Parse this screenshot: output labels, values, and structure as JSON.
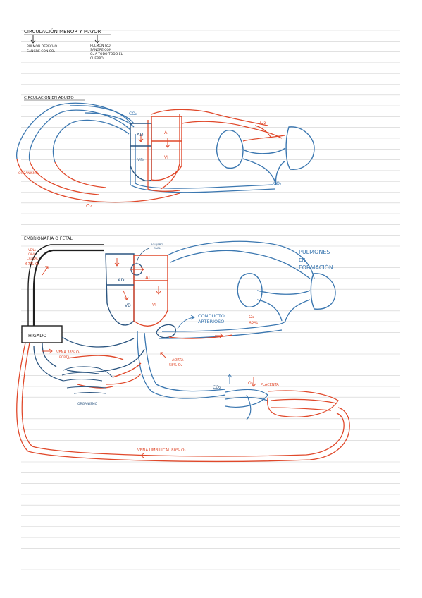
{
  "colors": {
    "rule": "#cfcfcf",
    "ink": "#1f1f1f",
    "red": "#e0482a",
    "blue": "#3b77b0",
    "darkblue": "#2b5580"
  },
  "header": {
    "title": "CIRCULACIÓN MENOR Y MAYOR",
    "menor_line1": "PULMÓN DERECHO",
    "menor_line2": "SANGRE CON CO₂",
    "mayor_line1": "PULMÓN IZQ.",
    "mayor_line2": "SANGRE CON",
    "mayor_line3": "O₂ A TODO TODO EL",
    "mayor_line4": "CUERPO"
  },
  "adult": {
    "title": "CIRCULACIÓN EN ADULTO",
    "co2_top": "CO₂",
    "o2_right": "O₂",
    "ad": "AD",
    "ai": "AI",
    "vd": "VD",
    "vi": "VI",
    "organismo": "ORGANISMO",
    "co2_bottom": "CO₂",
    "o2_bottom": "O₂"
  },
  "fetal": {
    "title": "EMBRIONARIA O FETAL",
    "vena_cava_line1": "VENA",
    "vena_cava_line2": "CAVA",
    "vena_cava_line3": "CAUDAL",
    "vena_cava_line4": "67% O₂",
    "agujero_line1": "AGUJERO",
    "agujero_line2": "OVAL",
    "pulmones_line1": "PULMONES",
    "pulmones_line2": "EN",
    "pulmones_line3": "FORMACIÓN",
    "ad": "AD",
    "ai": "AI",
    "vd": "VD",
    "vi": "VI",
    "conducto_line1": "CONDUCTO",
    "conducto_line2": "ARTERIOSO",
    "o2_62_line1": "O₂",
    "o2_62_line2": "62%",
    "higado": "HIGADO",
    "vena_porta_line1": "VENA 38% O₂",
    "vena_porta_line2": "PORTA",
    "aorta_line1": "AORTA",
    "aorta_line2": "58% O₂",
    "organismo": "ORGANISMO",
    "co2": "CO₂",
    "o2": "O₂",
    "placenta": "PLACENTA",
    "vena_umbilical": "VENA UMBILICAL 80% O₂"
  }
}
